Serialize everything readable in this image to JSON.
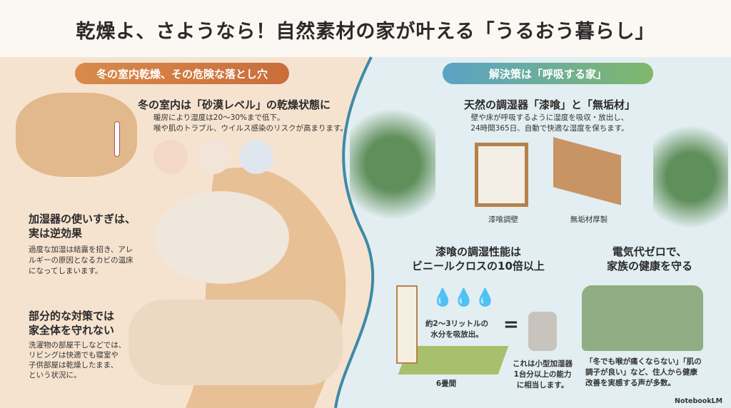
{
  "title": "乾燥よ、さようなら！自然素材の家が叶える「うるおう暮らし」",
  "left": {
    "pill": "冬の室内乾燥、その危険な落とし穴",
    "s1": {
      "heading": "冬の室内は「砂漠レベル」の乾燥状態に",
      "lines": [
        "暖房により湿度は20〜30%まで低下。",
        "喉や肌のトラブル、ウイルス感染のリスクが高まります。"
      ]
    },
    "s2": {
      "heading": [
        "加湿器の使いすぎは、",
        "実は逆効果"
      ],
      "lines": [
        "過度な加湿は結露を招き、アレ",
        "ルギーの原因となるカビの温床",
        "になってしまいます。"
      ]
    },
    "s3": {
      "heading": [
        "部分的な対策では",
        "家全体を守れない"
      ],
      "lines": [
        "洗濯物の部屋干しなどでは、",
        "リビングは快適でも寝室や",
        "子供部屋は乾燥したまま、",
        "という状況に。"
      ]
    }
  },
  "right": {
    "pill": "解決策は「呼吸する家」",
    "s1": {
      "heading": "天然の調湿器「漆喰」と「無垢材」",
      "lines": [
        "壁や床が呼吸するように湿度を吸収・放出し、",
        "24時間365日、自動で快適な湿度を保ちます。"
      ],
      "label_a": "漆喰調壁",
      "label_b": "無垢材厚製"
    },
    "s2": {
      "heading": [
        "漆喰の調湿性能は",
        "ビニールクロスの10倍以上"
      ],
      "drop_text": [
        "約2〜3リットルの",
        "水分を吸放出。"
      ],
      "equals": "=",
      "room": "6畳間",
      "hum_text": [
        "これは小型加湿器",
        "1台分以上の能力",
        "に相当します。"
      ]
    },
    "s3": {
      "heading": [
        "電気代ゼロで、",
        "家族の健康を守る"
      ],
      "lines": [
        "「冬でも喉が痛くならない」「肌の",
        "調子が良い」など、住人から健康",
        "改善を実感する声が多数。"
      ]
    }
  },
  "brand": "NotebookLM",
  "colors": {
    "left_bg": "#f6e3cf",
    "right_bg": "#e3eff2",
    "accent_orange": "#c96d3a",
    "accent_blue": "#5aa3c6"
  }
}
